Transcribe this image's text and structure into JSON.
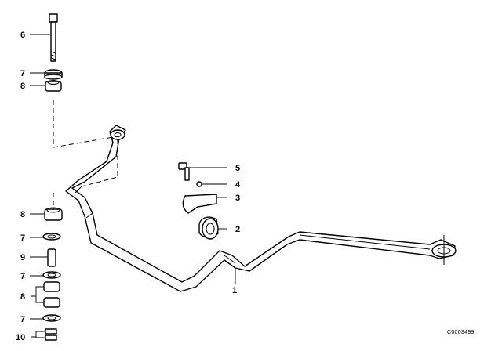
{
  "diagram": {
    "callouts": {
      "bar": "1",
      "rubber_mount": "2",
      "bracket": "3",
      "washer_upper": "4",
      "bolt_upper": "5",
      "link_bolt": "6",
      "washer_a": "7",
      "bushing_a": "8",
      "bushing_b": "8",
      "washer_b": "7",
      "sleeve": "9",
      "washer_c": "7",
      "bushings_pair": "8",
      "washer_d": "7",
      "nut_pair": "10"
    },
    "code": "C0003499"
  }
}
